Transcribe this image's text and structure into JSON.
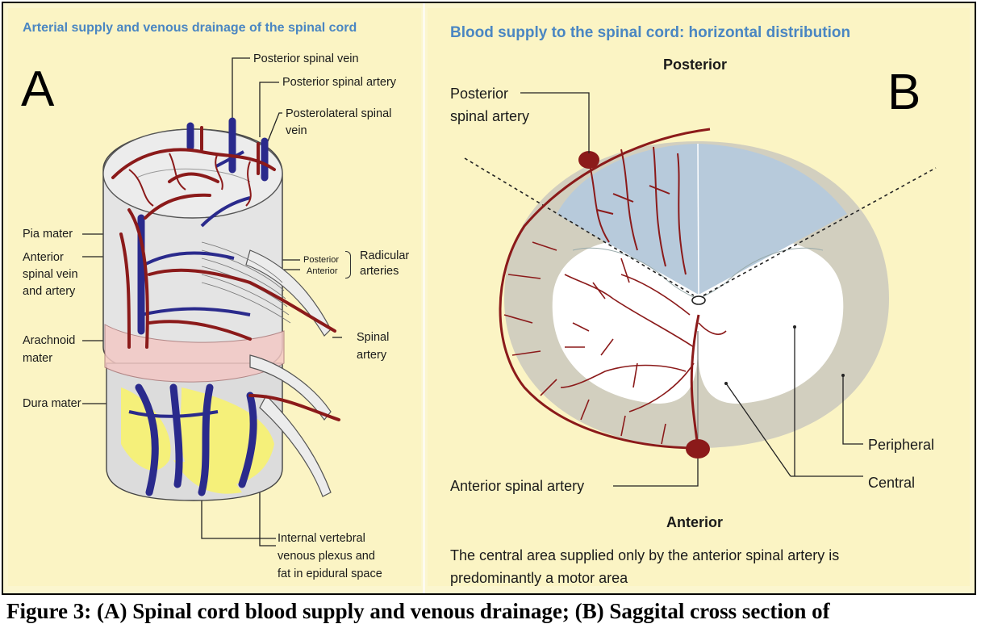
{
  "panel_a": {
    "letter": "A",
    "title": "Arterial supply and venous drainage of the spinal cord",
    "labels": {
      "posterior_spinal_vein": "Posterior spinal vein",
      "posterior_spinal_artery": "Posterior spinal artery",
      "posterolateral_line1": "Posterolateral spinal",
      "posterolateral_line2": "vein",
      "pia_mater": "Pia mater",
      "anterior_line1": "Anterior",
      "anterior_line2": "spinal vein",
      "anterior_line3": "and artery",
      "radicular_posterior": "Posterior",
      "radicular_anterior": "Anterior",
      "radicular_line1": "Radicular",
      "radicular_line2": "arteries",
      "arachnoid_line1": "Arachnoid",
      "arachnoid_line2": "mater",
      "spinal_artery_line1": "Spinal",
      "spinal_artery_line2": "artery",
      "dura_mater": "Dura mater",
      "plexus_line1": "Internal vertebral",
      "plexus_line2": "venous plexus and",
      "plexus_line3": "fat in epidural space"
    }
  },
  "panel_b": {
    "letter": "B",
    "title": "Blood supply to the spinal cord: horizontal distribution",
    "labels": {
      "posterior": "Posterior",
      "posterior_spinal_artery_line1": "Posterior",
      "posterior_spinal_artery_line2": "spinal artery",
      "anterior_spinal_artery": "Anterior spinal artery",
      "anterior": "Anterior",
      "peripheral": "Peripheral",
      "central": "Central",
      "note_line1": "The central area supplied only by the anterior spinal artery is",
      "note_line2": "predominantly a motor area"
    }
  },
  "caption": "Figure 3: (A) Spinal cord blood supply and venous drainage; (B) Saggital cross section of",
  "colors": {
    "artery": "#8b1a1a",
    "vein": "#2a2a8c",
    "title_blue": "#4a86c2",
    "posterior_region": "#b7cadb",
    "peripheral_region": "#d2cfbf",
    "central_region": "#ffffff",
    "fat_yellow": "#f5f07a",
    "background": "#fbf4c4"
  }
}
